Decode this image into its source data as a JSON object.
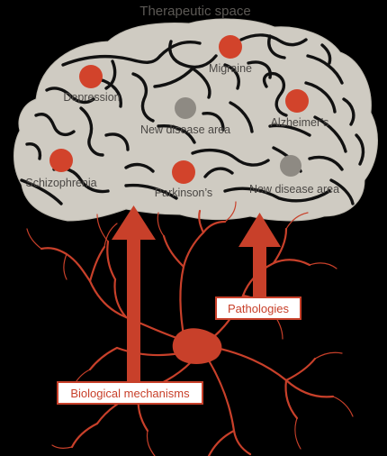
{
  "title": "Therapeutic space",
  "regions": [
    {
      "id": "migraine",
      "label": "Migraine",
      "status": "active"
    },
    {
      "id": "depression",
      "label": "Depression",
      "status": "active"
    },
    {
      "id": "alzheimers",
      "label": "Alzheimer’s",
      "status": "active"
    },
    {
      "id": "new-area-1",
      "label": "New disease area",
      "status": "new"
    },
    {
      "id": "schizophrenia",
      "label": "Schizophrenia",
      "status": "active"
    },
    {
      "id": "parkinsons",
      "label": "Parkinson’s",
      "status": "active"
    },
    {
      "id": "new-area-2",
      "label": "New disease area",
      "status": "new"
    }
  ],
  "arrows": {
    "mechanisms_label": "Biological mechanisms",
    "pathologies_label": "Pathologies"
  },
  "colors": {
    "background": "#000000",
    "brain": "#cfcbc2",
    "sulci": "#111111",
    "active_dot": "#d2432b",
    "new_dot": "#8e8a83",
    "neuron": "#c8402a",
    "arrow": "#c8402a",
    "label_text": "#4a4744"
  }
}
